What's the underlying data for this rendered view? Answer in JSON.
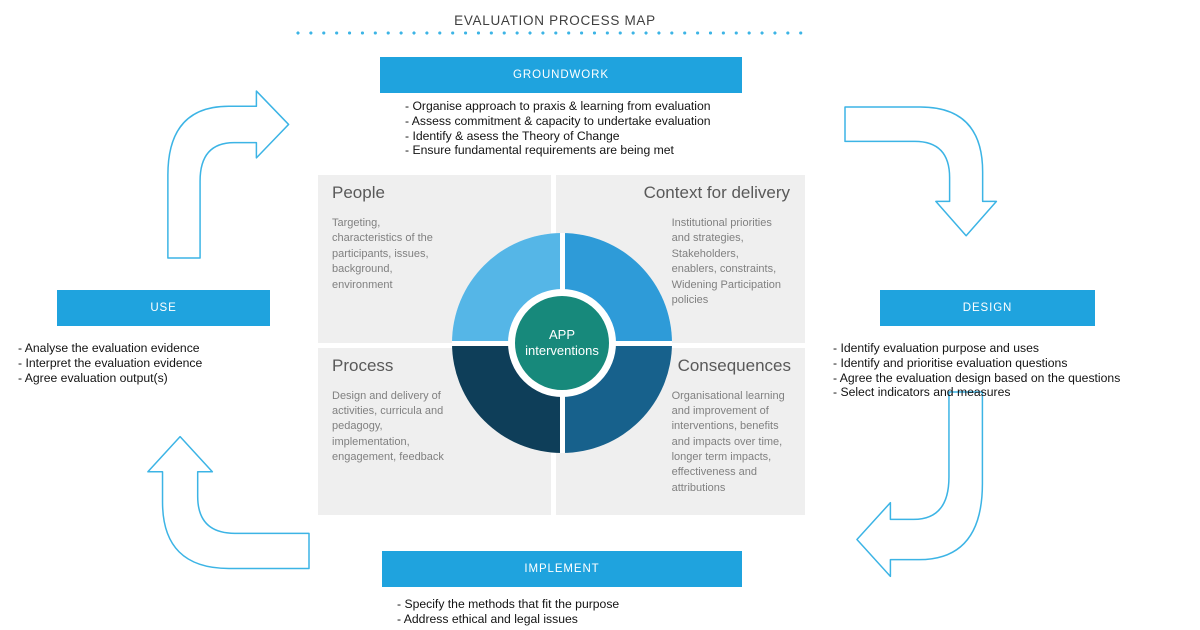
{
  "title": "EVALUATION PROCESS MAP",
  "stages": {
    "groundwork": {
      "label": "GROUNDWORK",
      "bullets": [
        "- Organise approach to praxis & learning from evaluation",
        "- Assess commitment & capacity to undertake evaluation",
        "- Identify & asess the Theory of Change",
        "- Ensure fundamental requirements are being met"
      ]
    },
    "design": {
      "label": "DESIGN",
      "bullets": [
        "- Identify evaluation purpose and uses",
        "- Identify and prioritise evaluation questions",
        "- Agree the evaluation design based on the questions",
        "- Select indicators and measures"
      ]
    },
    "implement": {
      "label": "IMPLEMENT",
      "bullets": [
        "- Specify the methods that fit the purpose",
        "- Address ethical and legal issues"
      ]
    },
    "use": {
      "label": "USE",
      "bullets": [
        "- Analyse the evaluation evidence",
        "- Interpret the evaluation evidence",
        "- Agree evaluation output(s)"
      ]
    }
  },
  "quadrants": {
    "people": {
      "title": "People",
      "body": "Targeting, characteristics of the participants, issues, background, environment"
    },
    "context": {
      "title": "Context for delivery",
      "body": "Institutional priorities and strategies, Stakeholders, enablers, constraints, Widening Participation policies"
    },
    "process": {
      "title": "Process",
      "body": "Design and delivery of activities, curricula and pedagogy, implementation, engagement, feedback"
    },
    "consequences": {
      "title": "Consequences",
      "body": "Organisational learning and improvement of interventions, benefits and impacts over time, longer term impacts, effectiveness and attributions"
    }
  },
  "center": {
    "label": "APP interventions"
  },
  "colors": {
    "banner_blue": "#1FA3DE",
    "arrow_stroke": "#3CB4E5",
    "panel_gray": "#EFEFEF",
    "quad_top_left": "#55B6E7",
    "quad_top_right": "#2E9BD8",
    "quad_bottom_left": "#0E3E59",
    "quad_bottom_right": "#17618C",
    "center_teal": "#17897B"
  }
}
